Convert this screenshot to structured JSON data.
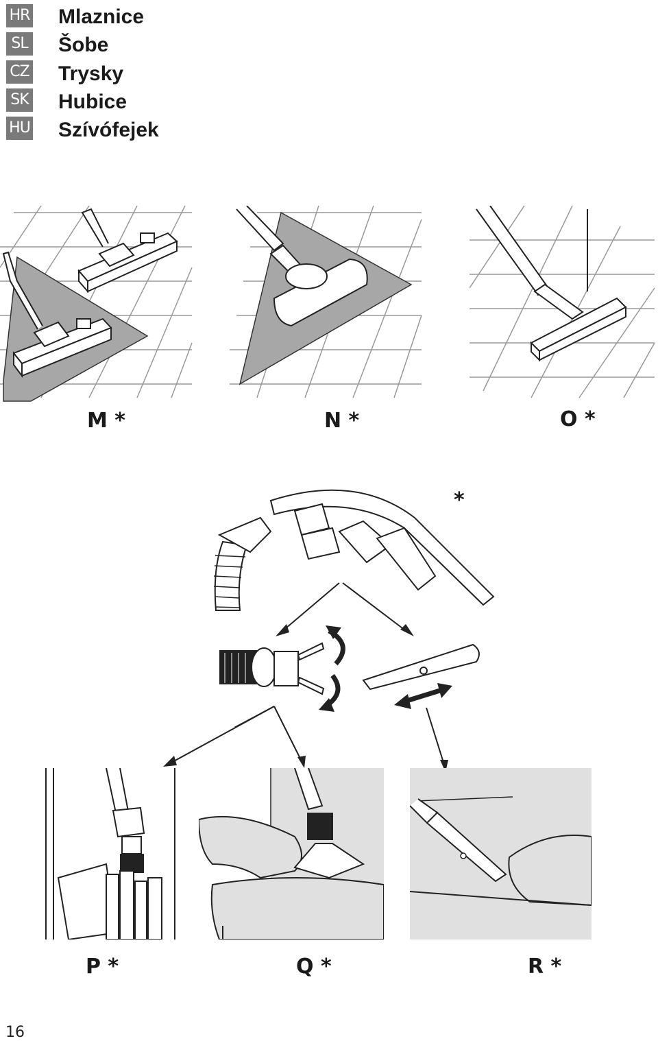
{
  "languages": [
    "HR",
    "SL",
    "CZ",
    "SK",
    "HU"
  ],
  "titles": [
    "Mlaznice",
    "Šobe",
    "Trysky",
    "Hubice",
    "Szívófejek"
  ],
  "figure_labels": {
    "m": "M *",
    "n": "N *",
    "o": "O *",
    "handle_star": "*",
    "p": "P *",
    "q": "Q *",
    "r": "R *"
  },
  "page_number": "16"
}
